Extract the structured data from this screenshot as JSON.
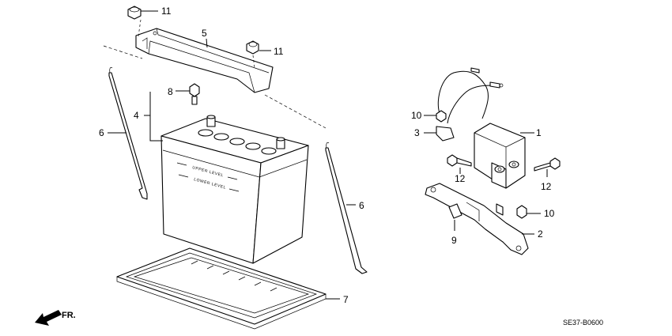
{
  "callouts": {
    "n1": "1",
    "n2": "2",
    "n3": "3",
    "n4": "4",
    "n5": "5",
    "n6a": "6",
    "n6b": "6",
    "n7": "7",
    "n8": "8",
    "n9": "9",
    "n10a": "10",
    "n10b": "10",
    "n11a": "11",
    "n11b": "11",
    "n12a": "12",
    "n12b": "12"
  },
  "battery_marks": {
    "upper": "UPPER LEVEL",
    "lower": "LOWER LEVEL"
  },
  "direction": "FR.",
  "diagram_code": "SE37-B0600",
  "icons": {
    "direction": "arrow-left-icon"
  }
}
